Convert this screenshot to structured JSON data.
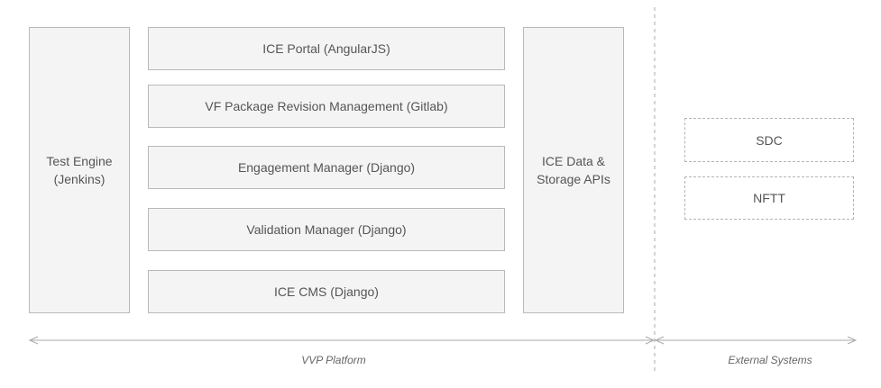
{
  "platform": {
    "left_column": "Test Engine\n(Jenkins)",
    "stack": [
      "ICE Portal (AngularJS)",
      "VF Package Revision Management (Gitlab)",
      "Engagement Manager (Django)",
      "Validation Manager (Django)",
      "ICE CMS (Django)"
    ],
    "right_column": "ICE Data &\nStorage APIs",
    "label": "VVP Platform"
  },
  "external": {
    "systems": [
      "SDC",
      "NFTT"
    ],
    "label": "External Systems"
  },
  "colors": {
    "box_fill": "#f4f4f4",
    "box_border": "#b9b9b9",
    "text": "#555555",
    "arrow": "#aaaaaa"
  }
}
